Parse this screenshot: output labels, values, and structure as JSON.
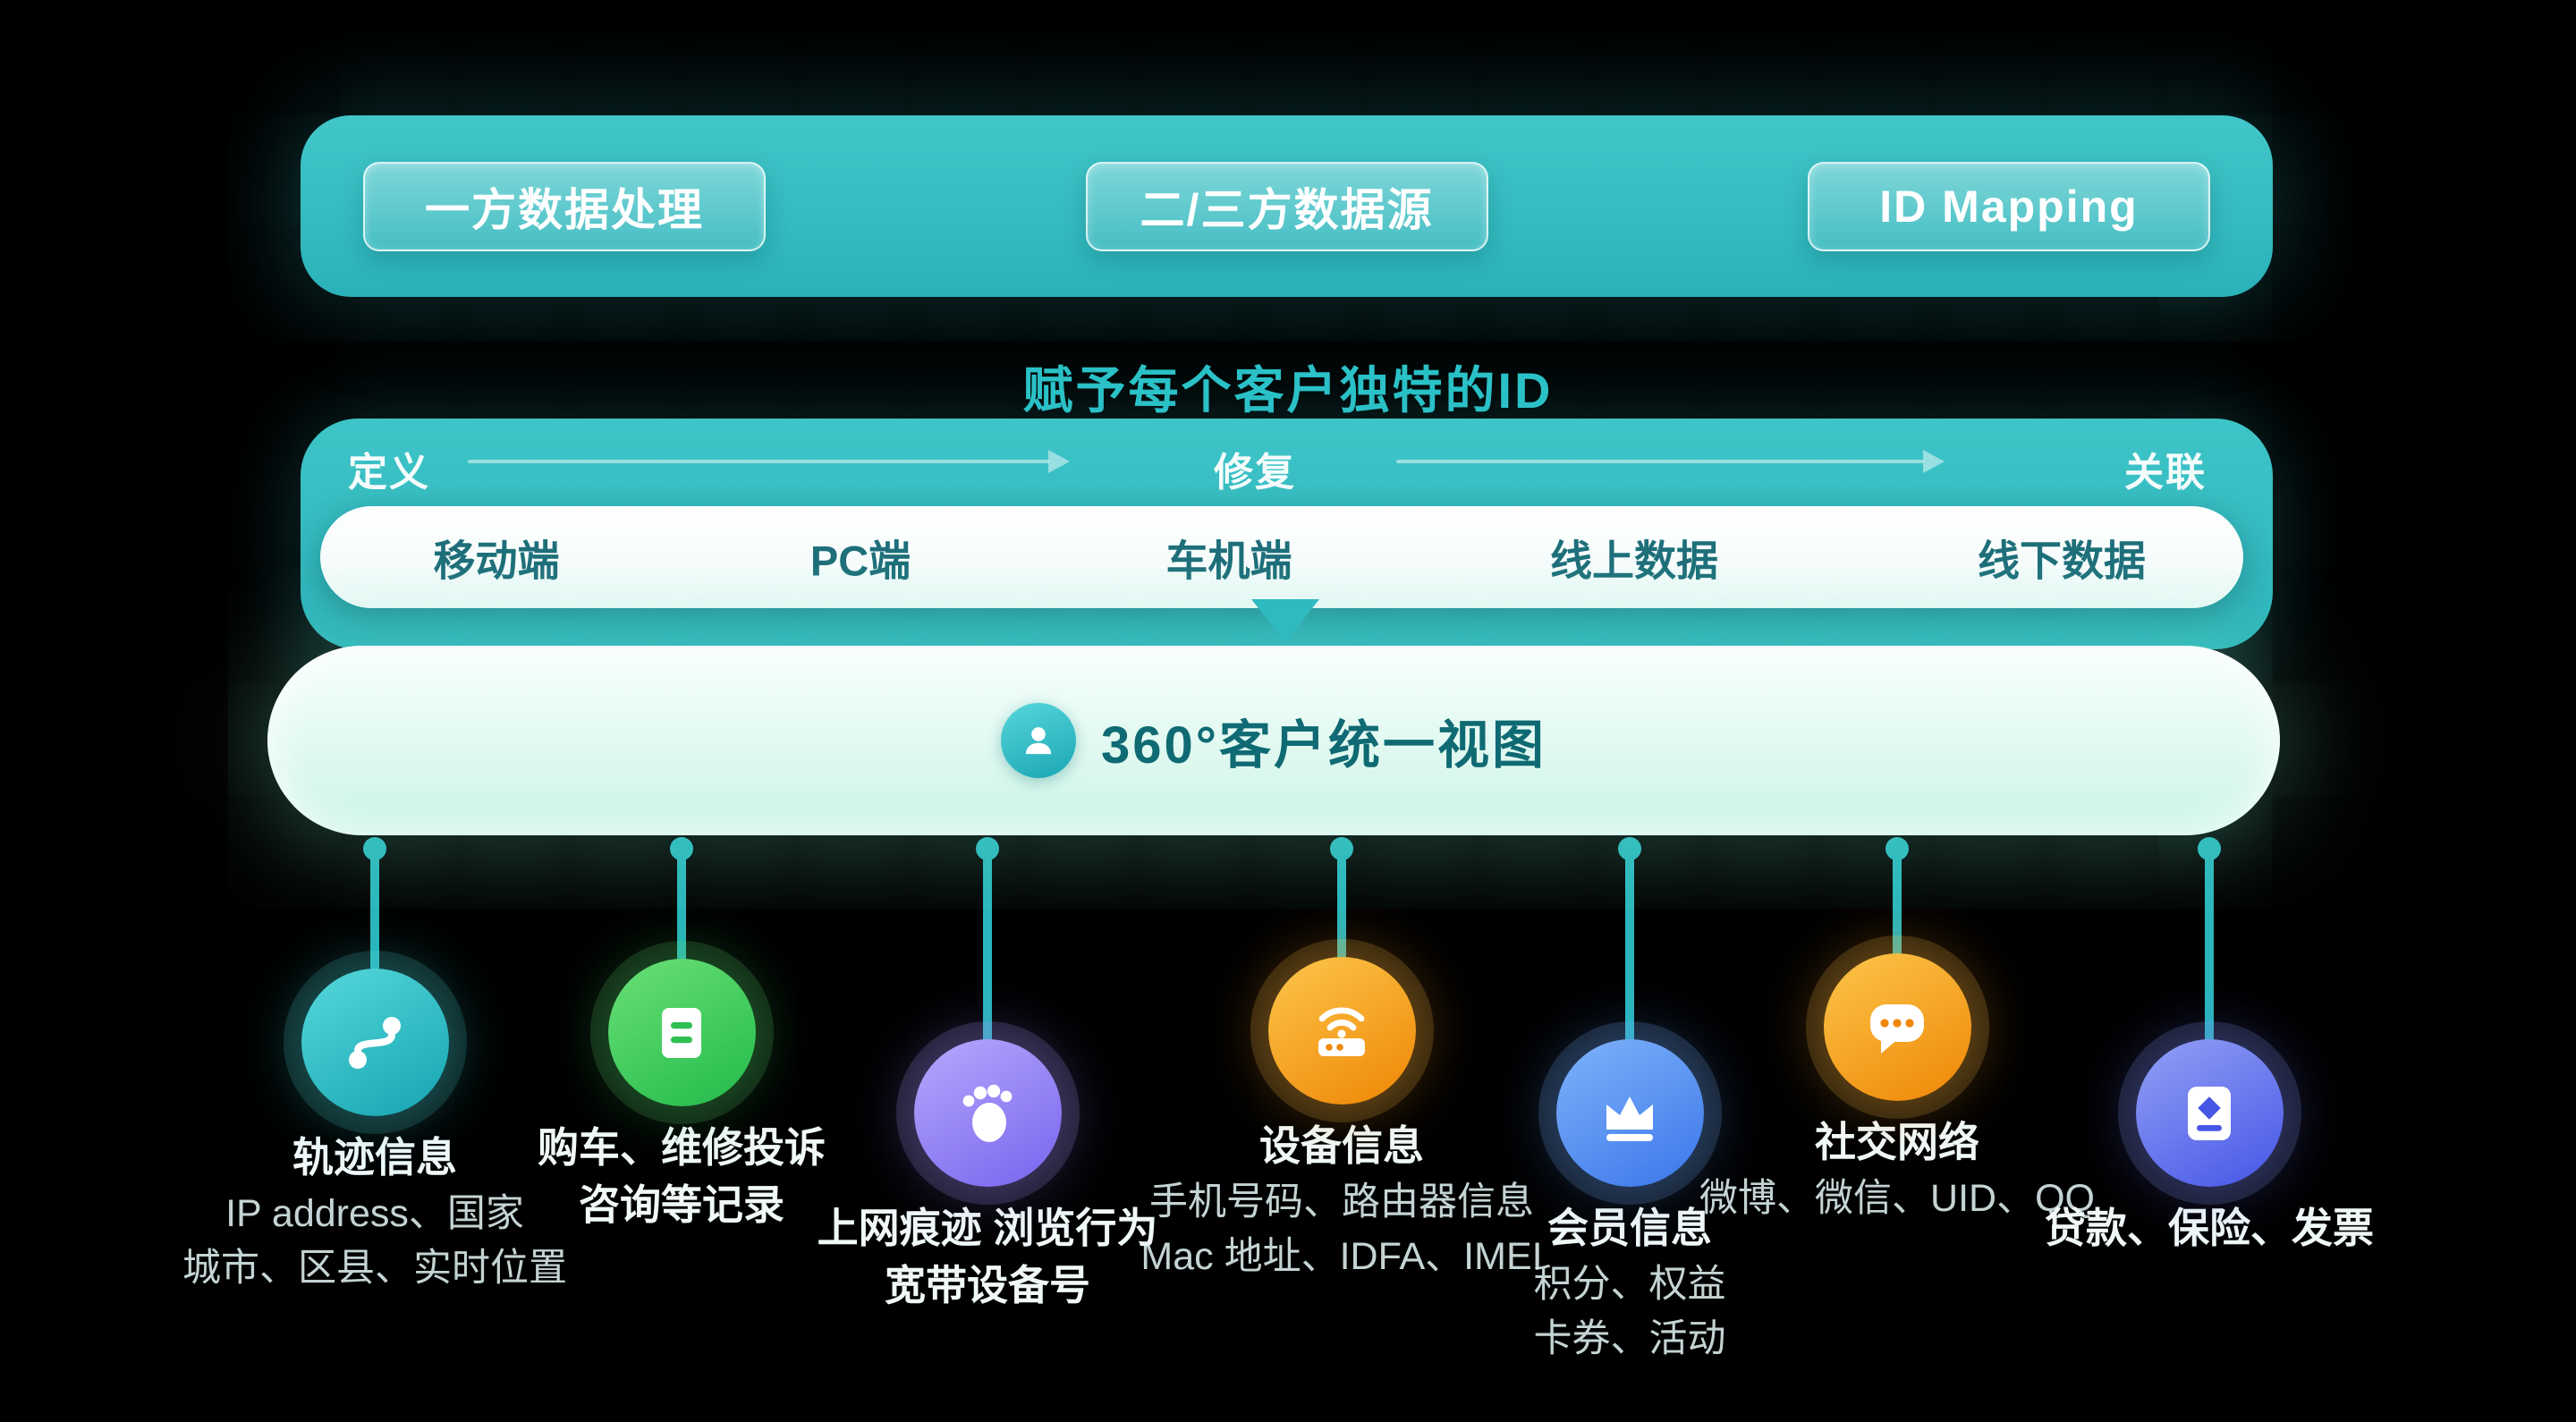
{
  "colors": {
    "background": "#000000",
    "teal_bar": "#2fb9bf",
    "subtitle_text": "#2cc3c9",
    "channel_text": "#1e6f7a",
    "unified_text": "#0f6a73"
  },
  "header_bar": {
    "buttons": [
      {
        "label": "一方数据处理"
      },
      {
        "label": "二/三方数据源"
      },
      {
        "label": "ID Mapping"
      }
    ]
  },
  "subtitle": "赋予每个客户独特的ID",
  "pipeline": {
    "stages": [
      {
        "label": "定义"
      },
      {
        "label": "修复"
      },
      {
        "label": "关联"
      }
    ],
    "channels": [
      {
        "label": "移动端"
      },
      {
        "label": "PC端"
      },
      {
        "label": "车机端"
      },
      {
        "label": "线上数据"
      },
      {
        "label": "线下数据"
      }
    ]
  },
  "unified_view": {
    "label": "360°客户统一视图",
    "icon": "person-icon"
  },
  "sources": [
    {
      "icon": "route-icon",
      "accent": "#16a4b1",
      "title_lines": [
        "轨迹信息"
      ],
      "desc_lines": [
        "IP address、国家",
        "城市、区县、实时位置"
      ]
    },
    {
      "icon": "document-icon",
      "accent": "#22ba4a",
      "title_lines": [
        "购车、维修投诉",
        "咨询等记录"
      ],
      "desc_lines": []
    },
    {
      "icon": "footprint-icon",
      "accent": "#7764ee",
      "title_lines": [
        "上网痕迹 浏览行为",
        "宽带设备号"
      ],
      "desc_lines": []
    },
    {
      "icon": "router-icon",
      "accent": "#ef8606",
      "title_lines": [
        "设备信息"
      ],
      "desc_lines": [
        "手机号码、路由器信息",
        "Mac 地址、IDFA、IMEI"
      ]
    },
    {
      "icon": "crown-icon",
      "accent": "#3a76ea",
      "title_lines": [
        "会员信息"
      ],
      "desc_lines": [
        "积分、权益",
        "卡券、活动"
      ]
    },
    {
      "icon": "chat-icon",
      "accent": "#ef8606",
      "title_lines": [
        "社交网络"
      ],
      "desc_lines": [
        "微博、微信、UID、QQ"
      ]
    },
    {
      "icon": "invoice-icon",
      "accent": "#4656e6",
      "title_lines": [
        "贷款、保险、发票"
      ],
      "desc_lines": []
    }
  ]
}
